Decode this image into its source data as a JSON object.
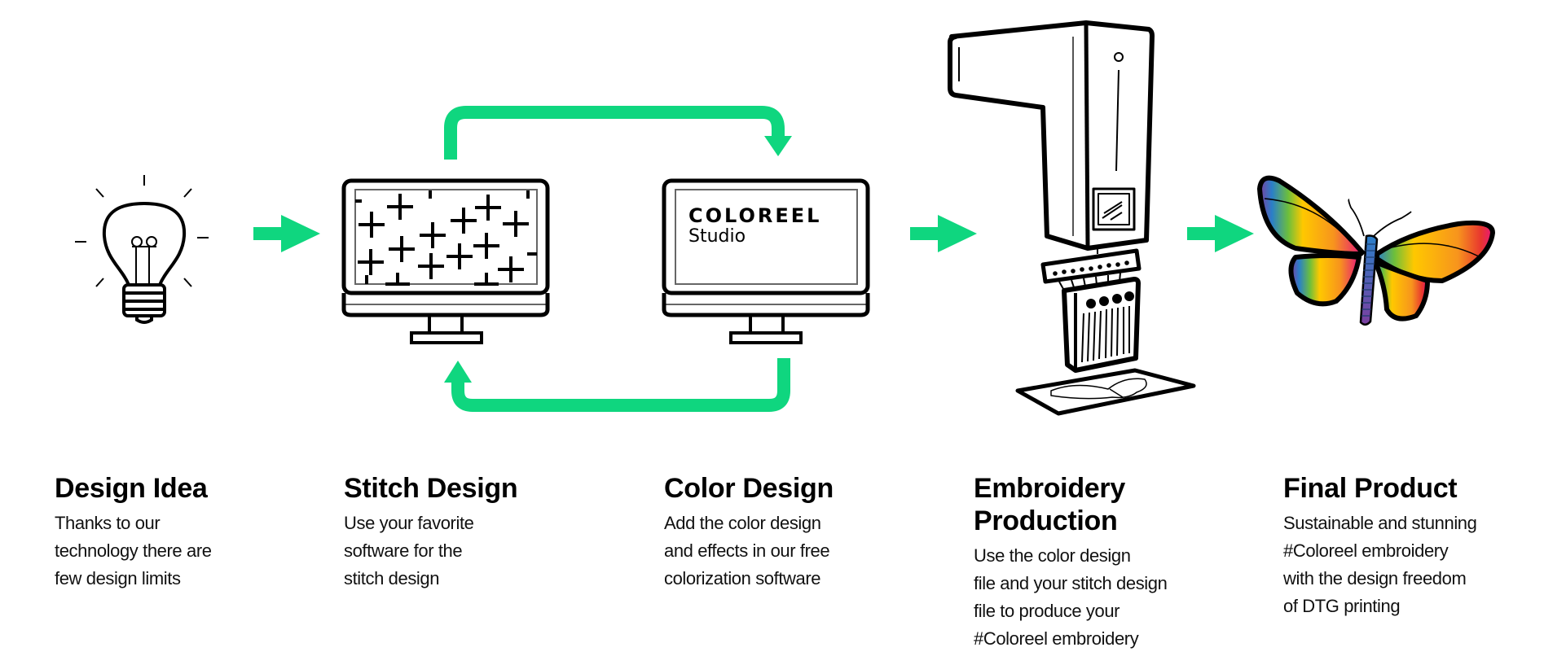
{
  "colors": {
    "accent_green": "#0fd67f",
    "ink": "#000000",
    "background": "#ffffff"
  },
  "steps": [
    {
      "id": "design-idea",
      "icon": "lightbulb-icon",
      "title": "Design Idea",
      "lines": [
        "Thanks to our",
        "technology there are",
        "few design limits"
      ]
    },
    {
      "id": "stitch-design",
      "icon": "monitor-stitch-icon",
      "title": "Stitch Design",
      "lines": [
        "Use your favorite",
        "software for the",
        "stitch design"
      ]
    },
    {
      "id": "color-design",
      "icon": "monitor-coloreel-studio-icon",
      "title": "Color Design",
      "lines": [
        "Add the color design",
        "and effects in our free",
        "colorization software"
      ],
      "screen": {
        "brand": "COLOREEL",
        "product": "Studio"
      }
    },
    {
      "id": "embroidery-production",
      "icon": "embroidery-machine-icon",
      "title_lines": [
        "Embroidery",
        "Production"
      ],
      "lines": [
        "Use the color design",
        "file and your stitch design",
        "file to produce your",
        "#Coloreel embroidery"
      ]
    },
    {
      "id": "final-product",
      "icon": "rainbow-butterfly-icon",
      "title": "Final Product",
      "lines": [
        "Sustainable and stunning",
        "#Coloreel embroidery",
        "with the design freedom",
        "of DTG printing"
      ]
    }
  ],
  "connectors": [
    {
      "type": "arrow-right",
      "from": "design-idea",
      "to": "stitch-design"
    },
    {
      "type": "loop-arrow-top",
      "from": "stitch-design",
      "to": "color-design"
    },
    {
      "type": "loop-arrow-bottom",
      "from": "color-design",
      "to": "stitch-design"
    },
    {
      "type": "arrow-right",
      "from": "color-design",
      "to": "embroidery-production"
    },
    {
      "type": "arrow-right",
      "from": "embroidery-production",
      "to": "final-product"
    }
  ]
}
